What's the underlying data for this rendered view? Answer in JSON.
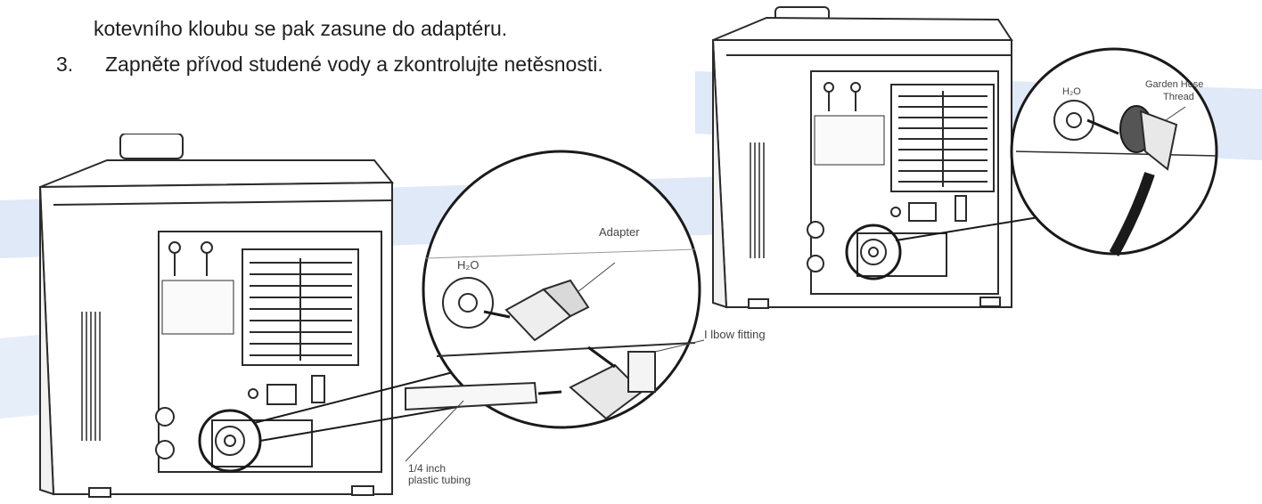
{
  "document": {
    "line_continuation": "kotevního kloubu se pak zasune do adaptéru.",
    "step_number": "3.",
    "step_text": "Zapněte přívod studené vody a zkontrolujte netěsnosti."
  },
  "figure_left": {
    "callout_symbol": "H₂O",
    "labels": {
      "adapter": "Adapter",
      "elbow": "I lbow fitting",
      "tubing_line1": "1/4 inch",
      "tubing_line2": "plastic tubing"
    }
  },
  "figure_right": {
    "callout_symbol": "H₂O",
    "labels": {
      "hose_line1": "Garden Hose",
      "hose_line2": "Thread"
    }
  },
  "colors": {
    "background_band": "#dfe9f7",
    "line_art": "#2b2b2b"
  }
}
